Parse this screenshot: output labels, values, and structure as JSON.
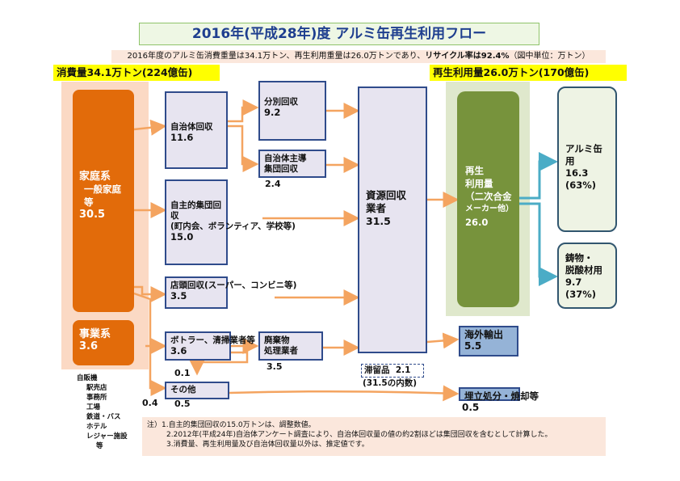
{
  "title": "2016年(平成28年)度 アルミ缶再生利用フロー",
  "summary": {
    "text": "2016年度のアルミ缶消費重量は34.1万トン、再生利用重量は26.0万トンであり、",
    "bold": "リサイクル率は92.4%",
    "unit": "（図中単位：万トン）"
  },
  "consumption_label": "消費量34.1万トン(224億缶)",
  "recycle_label": "再生利用量26.0万トン(170億缶)",
  "household": {
    "title": "家庭系",
    "sub": "一般家庭等",
    "value": "30.5"
  },
  "business": {
    "title": "事業系",
    "value": "3.6"
  },
  "business_sources": [
    "自販機",
    "駅売店",
    "事務所",
    "工場",
    "鉄道・バス",
    "ホテル",
    "レジャー施設",
    "等"
  ],
  "municipal": {
    "title": "自治体回収",
    "value": "11.6"
  },
  "separate": {
    "title": "分別回収",
    "value": "9.2"
  },
  "municipal_group": {
    "title1": "自治体主導",
    "title2": "集団回収",
    "value": "2.4"
  },
  "voluntary": {
    "title": "自主的集団回収",
    "sub": "(町内会、ボランティア、学校等)",
    "value": "15.0"
  },
  "store": {
    "title": "店頭回収(スーパー、コンビニ等)",
    "value": "3.5"
  },
  "bottler": {
    "title": "ボトラー、清掃業者等",
    "value": "3.6"
  },
  "waste": {
    "title1": "廃棄物",
    "title2": "処理業者",
    "value": "3.5"
  },
  "other": {
    "title": "その他",
    "value": "0.5"
  },
  "flow_01": "0.1",
  "flow_04": "0.4",
  "dealer": {
    "title1": "資源回収",
    "title2": "業者",
    "value": "31.5"
  },
  "stock": {
    "title": "滞留品",
    "value": "2.1",
    "note": "(31.5の内数)"
  },
  "recycled": {
    "l1": "再生",
    "l2": "利用量",
    "l3": "（二次合金",
    "l4": "メーカー他）",
    "value": "26.0"
  },
  "can_use": {
    "title": "アルミ缶用",
    "value": "16.3",
    "pct": "(63%)"
  },
  "casting": {
    "title1": "鋳物・",
    "title2": "脱酸材用",
    "value": "9.7",
    "pct": "(37%)"
  },
  "export": {
    "title": "海外輸出",
    "value": "5.5"
  },
  "landfill": {
    "title": "埋立処分・焼却等",
    "value": "0.5"
  },
  "notes": [
    "注）1.自主的集団回収の15.0万トンは、調整数値。",
    "2.2012年(平成24年)自治体アンケート調査により、自治体回収量の値の約2割ほどは集団回収を含むとして計算した。",
    "3.消費量、再生利用量及び自治体回収量以外は、推定値です。"
  ],
  "colors": {
    "orange": "#e26b0a",
    "arrow": "#f4a460",
    "teal": "#4bacc6",
    "navy": "#2f4b8b",
    "green": "#77933c"
  }
}
